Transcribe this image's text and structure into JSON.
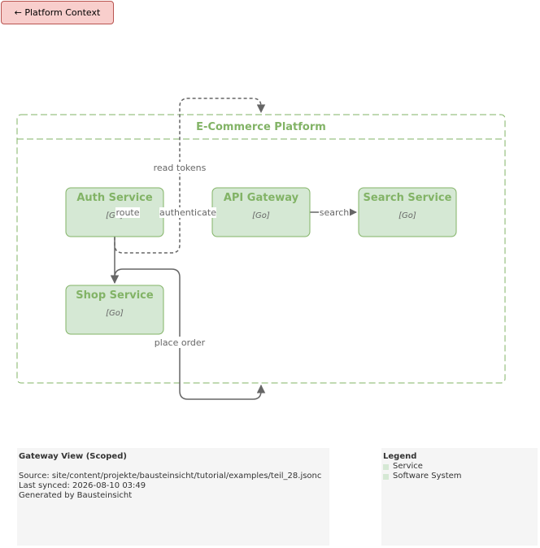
{
  "back_link": {
    "label": "← Platform Context"
  },
  "boundary": {
    "title": "E-Commerce Platform"
  },
  "services": [
    {
      "id": "auth",
      "name": "Auth Service",
      "tech": "[Go]"
    },
    {
      "id": "gateway",
      "name": "API Gateway",
      "tech": "[Go]"
    },
    {
      "id": "search",
      "name": "Search Service",
      "tech": "[Go]"
    },
    {
      "id": "shop",
      "name": "Shop Service",
      "tech": "[Go]"
    }
  ],
  "edges": {
    "read_tokens": "read tokens",
    "route": "route",
    "authenticate": "authenticate",
    "search": "search",
    "place_order": "place order"
  },
  "info": {
    "title": "Gateway View (Scoped)",
    "source": "Source: site/content/projekte/bausteinsicht/tutorial/examples/teil_28.jsonc",
    "synced": "Last synced: 2026-08-10 03:49",
    "generator": "Generated by Bausteinsicht"
  },
  "legend": {
    "title": "Legend",
    "items": [
      {
        "label": "Service",
        "color": "#d5e8d4"
      },
      {
        "label": "Software System",
        "color": "#d5e8d4"
      }
    ]
  },
  "colors": {
    "service_fill": "#d5e8d4",
    "service_stroke": "#82b366",
    "accent_text": "#82b366",
    "edge": "#666666",
    "back_fill": "#f8cecc",
    "back_stroke": "#b85450"
  }
}
